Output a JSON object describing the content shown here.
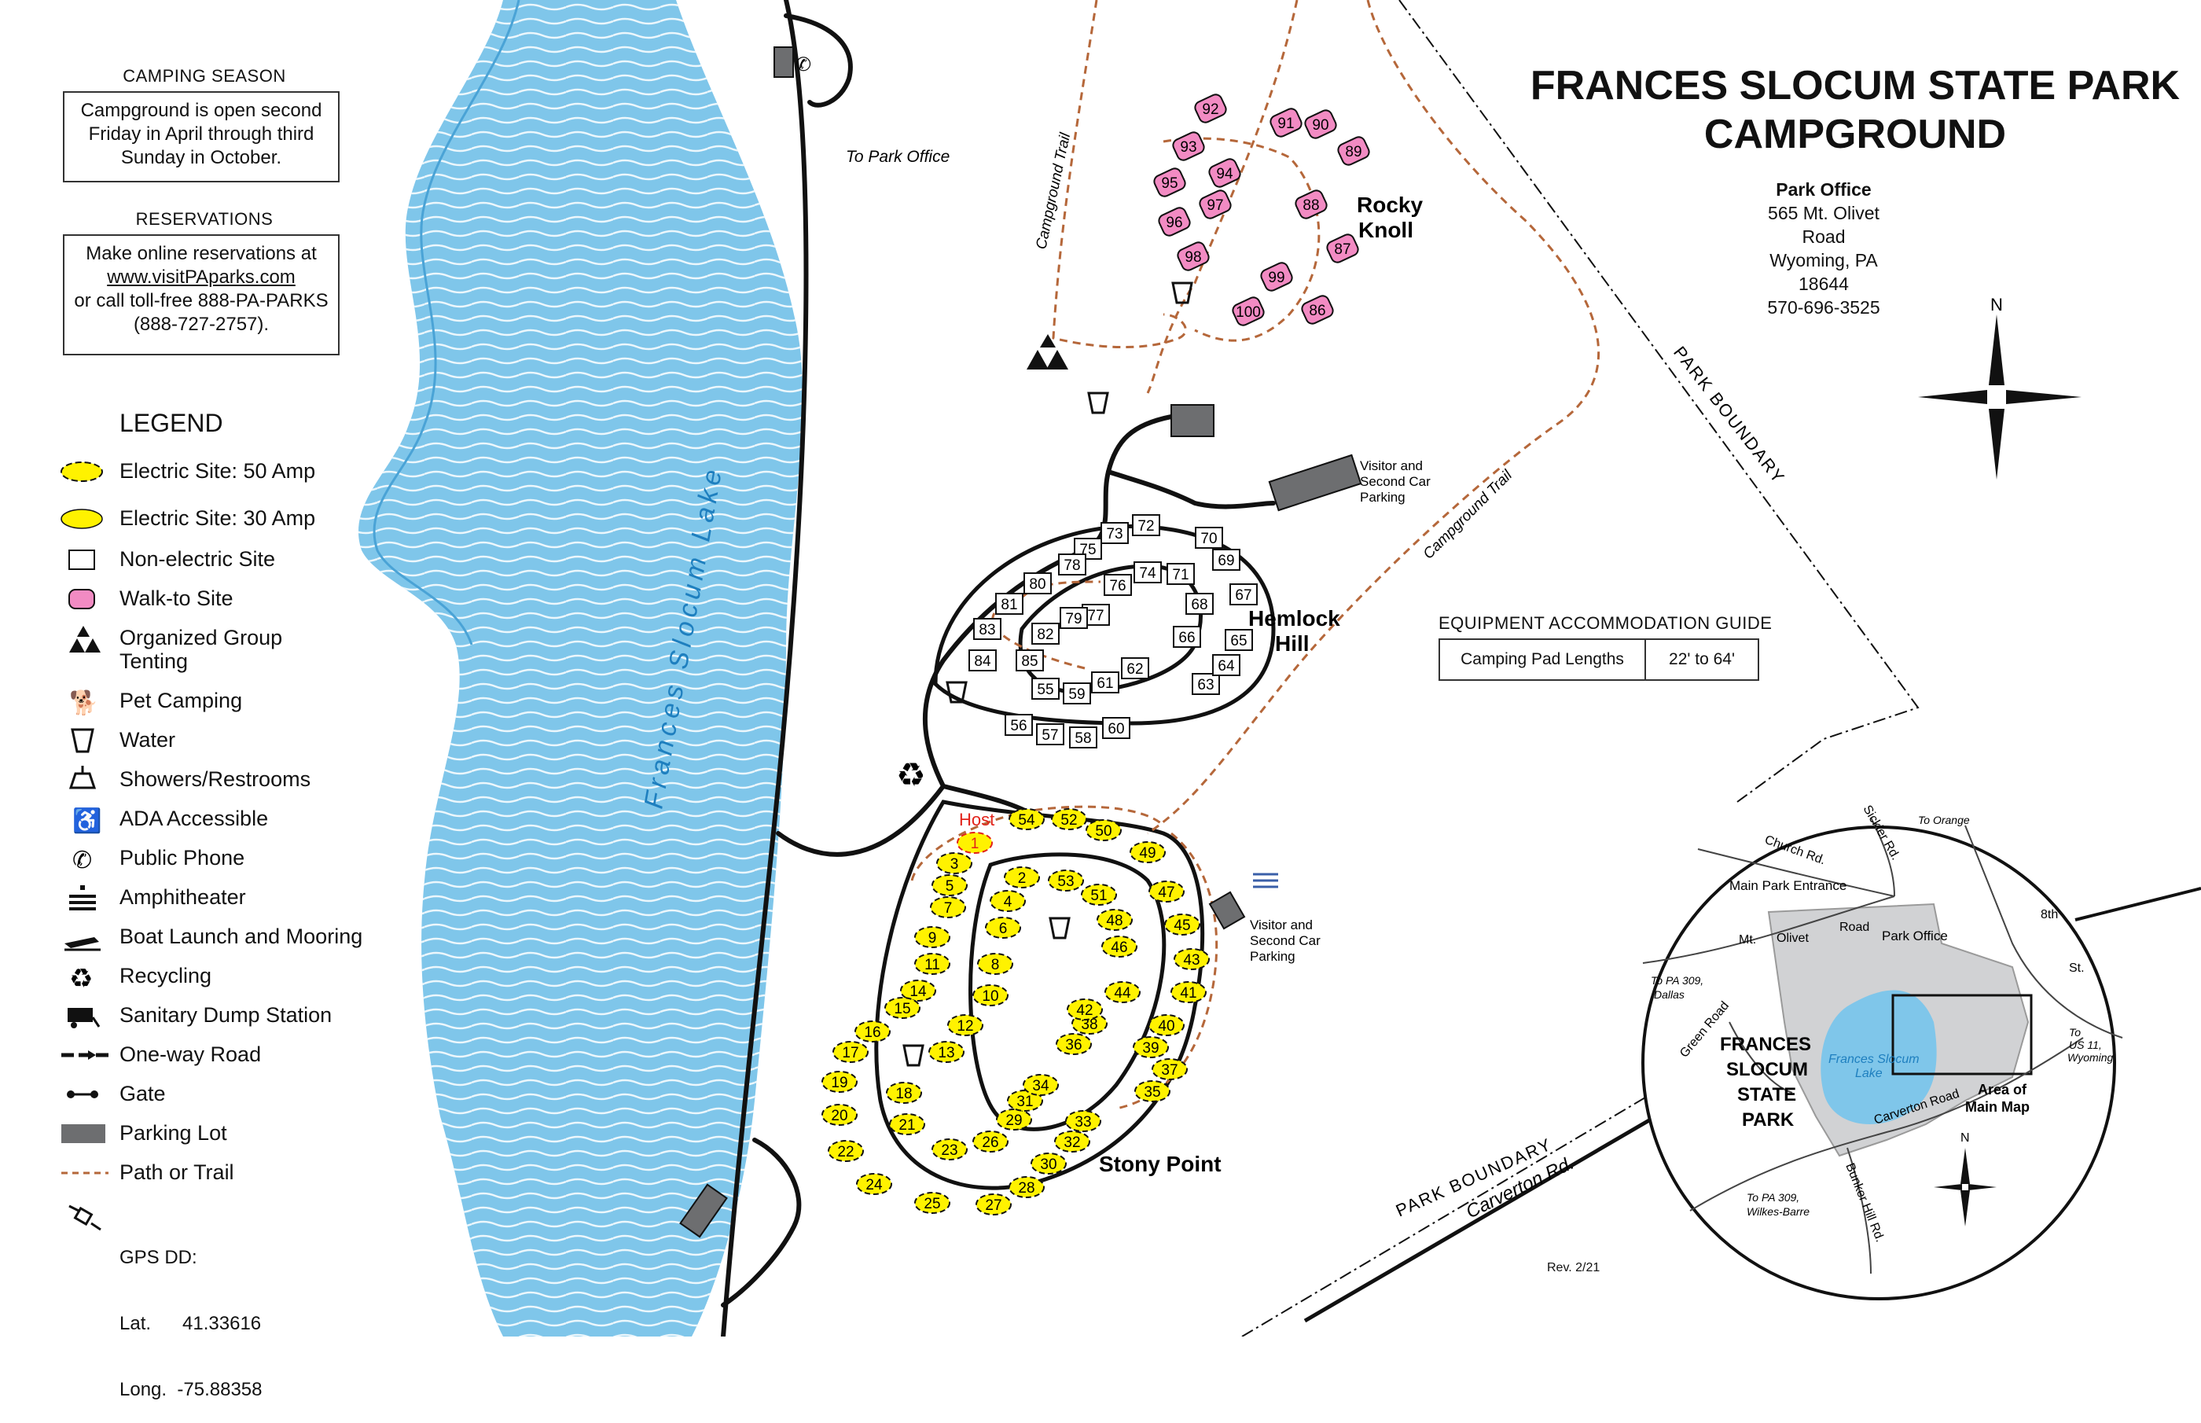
{
  "title_line1": "FRANCES SLOCUM STATE PARK",
  "title_line2": "CAMPGROUND",
  "park_office": {
    "heading": "Park Office",
    "address1": "565 Mt. Olivet Road",
    "address2": "Wyoming, PA 18644",
    "phone": "570-696-3525"
  },
  "camping_season": {
    "heading": "CAMPING SEASON",
    "line1": "Campground is open second",
    "line2": "Friday in April through third",
    "line3": "Sunday in October."
  },
  "reservations": {
    "heading": "RESERVATIONS",
    "line1": "Make online reservations at",
    "link": "www.visitPAparks.com",
    "line3": "or call toll-free 888-PA-PARKS",
    "line4": "(888-727-2757)."
  },
  "legend": {
    "title": "LEGEND",
    "items": [
      {
        "label": "Electric Site: 50 Amp",
        "icon": "electric-50-icon"
      },
      {
        "label": "Electric Site: 30 Amp",
        "icon": "electric-30-icon"
      },
      {
        "label": "Non-electric Site",
        "icon": "non-electric-icon"
      },
      {
        "label": "Walk-to Site",
        "icon": "walk-to-icon"
      },
      {
        "label": "Organized Group",
        "label2": "Tenting",
        "icon": "group-tent-icon"
      },
      {
        "label": "Pet Camping",
        "icon": "pet-icon"
      },
      {
        "label": "Water",
        "icon": "water-icon"
      },
      {
        "label": "Showers/Restrooms",
        "icon": "showers-icon"
      },
      {
        "label": "ADA Accessible",
        "icon": "ada-icon"
      },
      {
        "label": "Public Phone",
        "icon": "phone-icon"
      },
      {
        "label": "Amphitheater",
        "icon": "amphitheater-icon"
      },
      {
        "label": "Boat Launch and Mooring",
        "icon": "boat-icon"
      },
      {
        "label": "Recycling",
        "icon": "recycle-icon"
      },
      {
        "label": "Sanitary Dump Station",
        "icon": "dump-icon"
      },
      {
        "label": "One-way Road",
        "icon": "oneway-icon"
      },
      {
        "label": "Gate",
        "icon": "gate-icon"
      },
      {
        "label": "Parking Lot",
        "icon": "parking-icon"
      },
      {
        "label": "Path or Trail",
        "icon": "trail-icon"
      }
    ]
  },
  "gps": {
    "heading": "GPS DD:",
    "lat": "Lat.      41.33616",
    "long": "Long.  -75.88358"
  },
  "equipment_guide": {
    "heading": "EQUIPMENT ACCOMMODATION GUIDE",
    "label": "Camping Pad Lengths",
    "value": "22' to 64'"
  },
  "map_labels": {
    "lake": "Frances  Slocum  Lake",
    "rocky_knoll_1": "Rocky",
    "rocky_knoll_2": "Knoll",
    "hemlock_hill_1": "Hemlock",
    "hemlock_hill_2": "Hill",
    "stony_point": "Stony Point",
    "to_park_office": "To Park Office",
    "campground_trail": "Campground Trail",
    "campground_trail_2": "Campground Trail",
    "park_boundary": "PARK BOUNDARY",
    "park_boundary_2": "PARK BOUNDARY",
    "carverton": "Carverton  Rd.",
    "visitor_parking_1a": "Visitor and",
    "visitor_parking_1b": "Second Car",
    "visitor_parking_1c": "Parking",
    "visitor_parking_2a": "Visitor and",
    "visitor_parking_2b": "Second Car",
    "visitor_parking_2c": "Parking",
    "host": "Host",
    "north": "N"
  },
  "inset": {
    "park_name": [
      "FRANCES",
      "SLOCUM",
      "STATE",
      "PARK"
    ],
    "main_entrance": "Main Park Entrance",
    "park_office": "Park Office",
    "lake": [
      "Frances Slocum",
      "Lake"
    ],
    "area_of_map": [
      "Area of",
      "Main Map"
    ],
    "church_rd": "Church Rd.",
    "sickler_rd": "Sickler Rd.",
    "to_orange": "To Orange",
    "mt": "Mt.",
    "olivet": "Olivet",
    "road": "Road",
    "eighth_st_a": "8th",
    "eighth_st_b": "St.",
    "to_pa309_dallas": [
      "To PA 309,",
      "Dallas"
    ],
    "green_road": "Green  Road",
    "to_us11": [
      "To",
      "US 11,",
      "Wyoming"
    ],
    "carverton_road": "Carverton  Road",
    "bunker_hill": "Bunker Hill Rd.",
    "to_pa309_wb": [
      "To PA 309,",
      "Wilkes-Barre"
    ],
    "north": "N"
  },
  "revision": "Rev. 2/21",
  "sites": {
    "walk_to": [
      "86",
      "87",
      "88",
      "89",
      "90",
      "91",
      "92",
      "93",
      "94",
      "95",
      "96",
      "97",
      "98",
      "99",
      "100"
    ],
    "non_electric": [
      "55",
      "56",
      "57",
      "58",
      "59",
      "60",
      "61",
      "62",
      "63",
      "64",
      "65",
      "66",
      "67",
      "68",
      "69",
      "70",
      "71",
      "72",
      "73",
      "74",
      "75",
      "76",
      "77",
      "78",
      "79",
      "80",
      "81",
      "82",
      "83",
      "84",
      "85"
    ],
    "electric": [
      "1",
      "2",
      "3",
      "4",
      "5",
      "6",
      "7",
      "8",
      "9",
      "10",
      "11",
      "12",
      "13",
      "14",
      "15",
      "16",
      "17",
      "18",
      "19",
      "20",
      "21",
      "22",
      "23",
      "24",
      "25",
      "26",
      "27",
      "28",
      "29",
      "30",
      "31",
      "32",
      "33",
      "34",
      "35",
      "36",
      "37",
      "38",
      "39",
      "40",
      "41",
      "42",
      "43",
      "44",
      "45",
      "46",
      "47",
      "48",
      "49",
      "50",
      "51",
      "52",
      "53",
      "54"
    ]
  },
  "colors": {
    "lake": "#7fc6ea",
    "walk_to": "#f28bc3",
    "electric": "#fff200",
    "trail": "#b5673a",
    "host": "#e2231a",
    "ada": "#3a5fa8",
    "parking": "#6d6e70",
    "inset_park": "#d1d2d4"
  }
}
